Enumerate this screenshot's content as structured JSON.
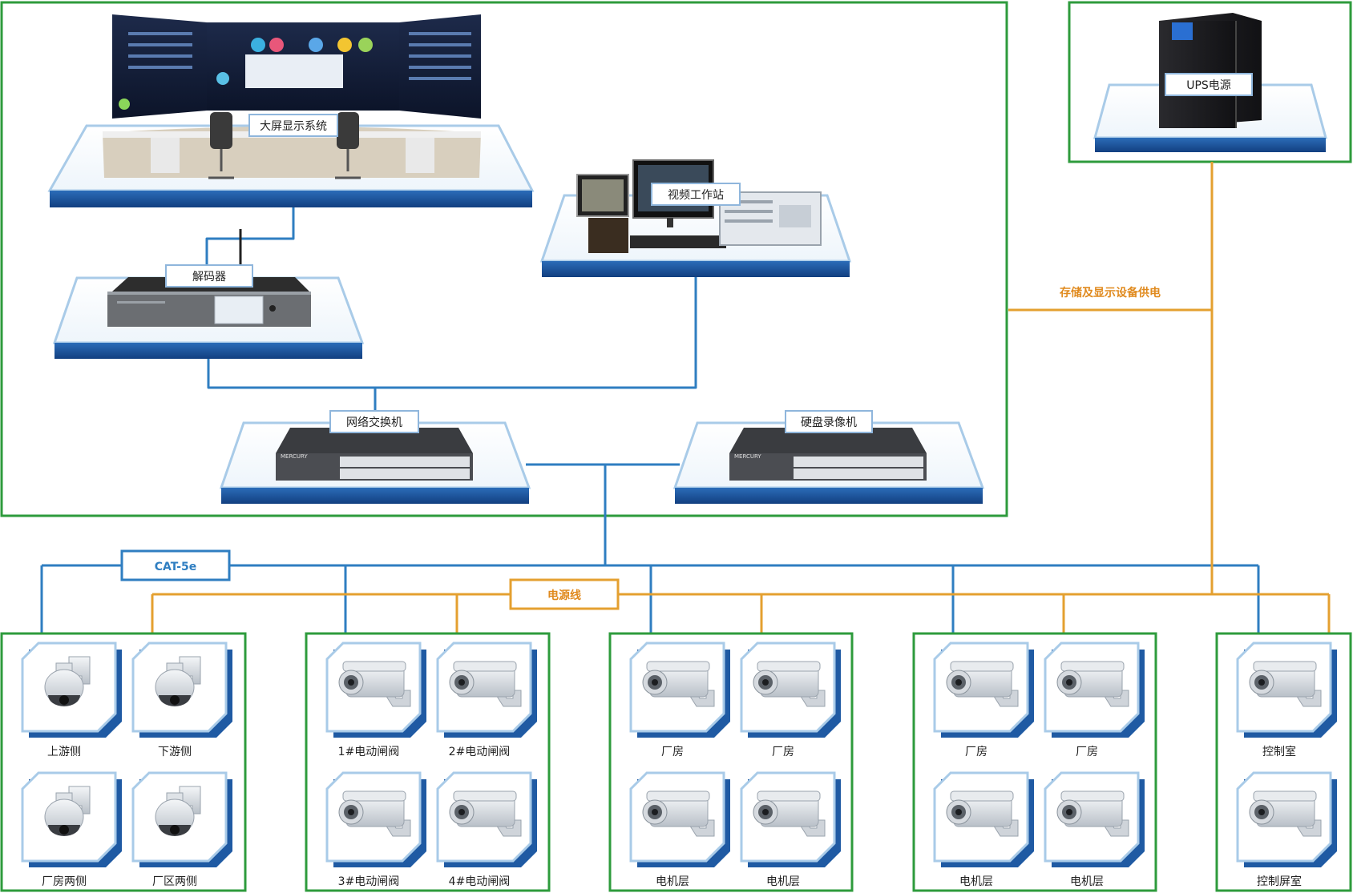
{
  "top_nodes": {
    "display_system": "大屏显示系统",
    "video_workstation": "视频工作站",
    "decoder": "解码器",
    "network_switch": "网络交换机",
    "nvr": "硬盘录像机",
    "ups": "UPS电源"
  },
  "links": {
    "cable_label": "CAT-5e",
    "power_label": "电源线",
    "ups_label": "存储及显示设备供电"
  },
  "camera_groups": [
    {
      "cameras": [
        {
          "label": "上游侧",
          "kind": "dome"
        },
        {
          "label": "下游侧",
          "kind": "dome"
        },
        {
          "label": "厂房两侧",
          "kind": "dome"
        },
        {
          "label": "厂区两侧",
          "kind": "dome"
        }
      ]
    },
    {
      "cameras": [
        {
          "label": "1#电动闸阀",
          "kind": "bullet"
        },
        {
          "label": "2#电动闸阀",
          "kind": "bullet"
        },
        {
          "label": "3#电动闸阀",
          "kind": "bullet"
        },
        {
          "label": "4#电动闸阀",
          "kind": "bullet"
        }
      ]
    },
    {
      "cameras": [
        {
          "label": "厂房",
          "kind": "bullet"
        },
        {
          "label": "厂房",
          "kind": "bullet"
        },
        {
          "label": "电机层",
          "kind": "bullet"
        },
        {
          "label": "电机层",
          "kind": "bullet"
        }
      ]
    },
    {
      "cameras": [
        {
          "label": "厂房",
          "kind": "bullet"
        },
        {
          "label": "厂房",
          "kind": "bullet"
        },
        {
          "label": "电机层",
          "kind": "bullet"
        },
        {
          "label": "电机层",
          "kind": "bullet"
        }
      ]
    },
    {
      "cameras": [
        {
          "label": "控制室",
          "kind": "bullet"
        },
        {
          "label": "控制屏室",
          "kind": "bullet"
        }
      ]
    }
  ],
  "colors": {
    "frame_green": "#2e9b3c",
    "cable_blue": "#2f7ec1",
    "power_orange": "#e4a030",
    "platform_blue": "#1f5aa3",
    "platform_outline": "#a9cbe8",
    "label_border": "#8fb6dc",
    "orange_text": "#e08a1e"
  }
}
